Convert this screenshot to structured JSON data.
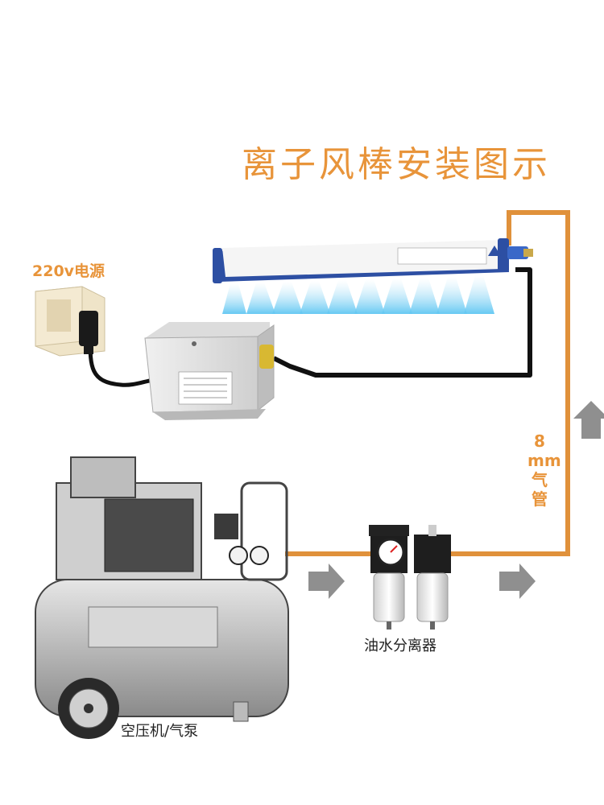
{
  "title": "离子风棒安装图示",
  "labels": {
    "power": "220v电源",
    "pipe_size": "8",
    "pipe_unit": "mm",
    "pipe_name_1": "气",
    "pipe_name_2": "管",
    "separator": "油水分离器",
    "compressor": "空压机/气泵"
  },
  "colors": {
    "accent": "#e8943a",
    "airline": "#e0913b",
    "bar_blue": "#2d4fa3",
    "ion_spray": "#5fc6f2",
    "cable": "#111111",
    "arrow": "#8f8f8f"
  },
  "icons": [
    "power-outlet-icon",
    "power-plug-icon",
    "ion-bar-icon",
    "transformer-box-icon",
    "filter-regulator-icon",
    "air-compressor-icon",
    "flow-arrow-icon"
  ]
}
